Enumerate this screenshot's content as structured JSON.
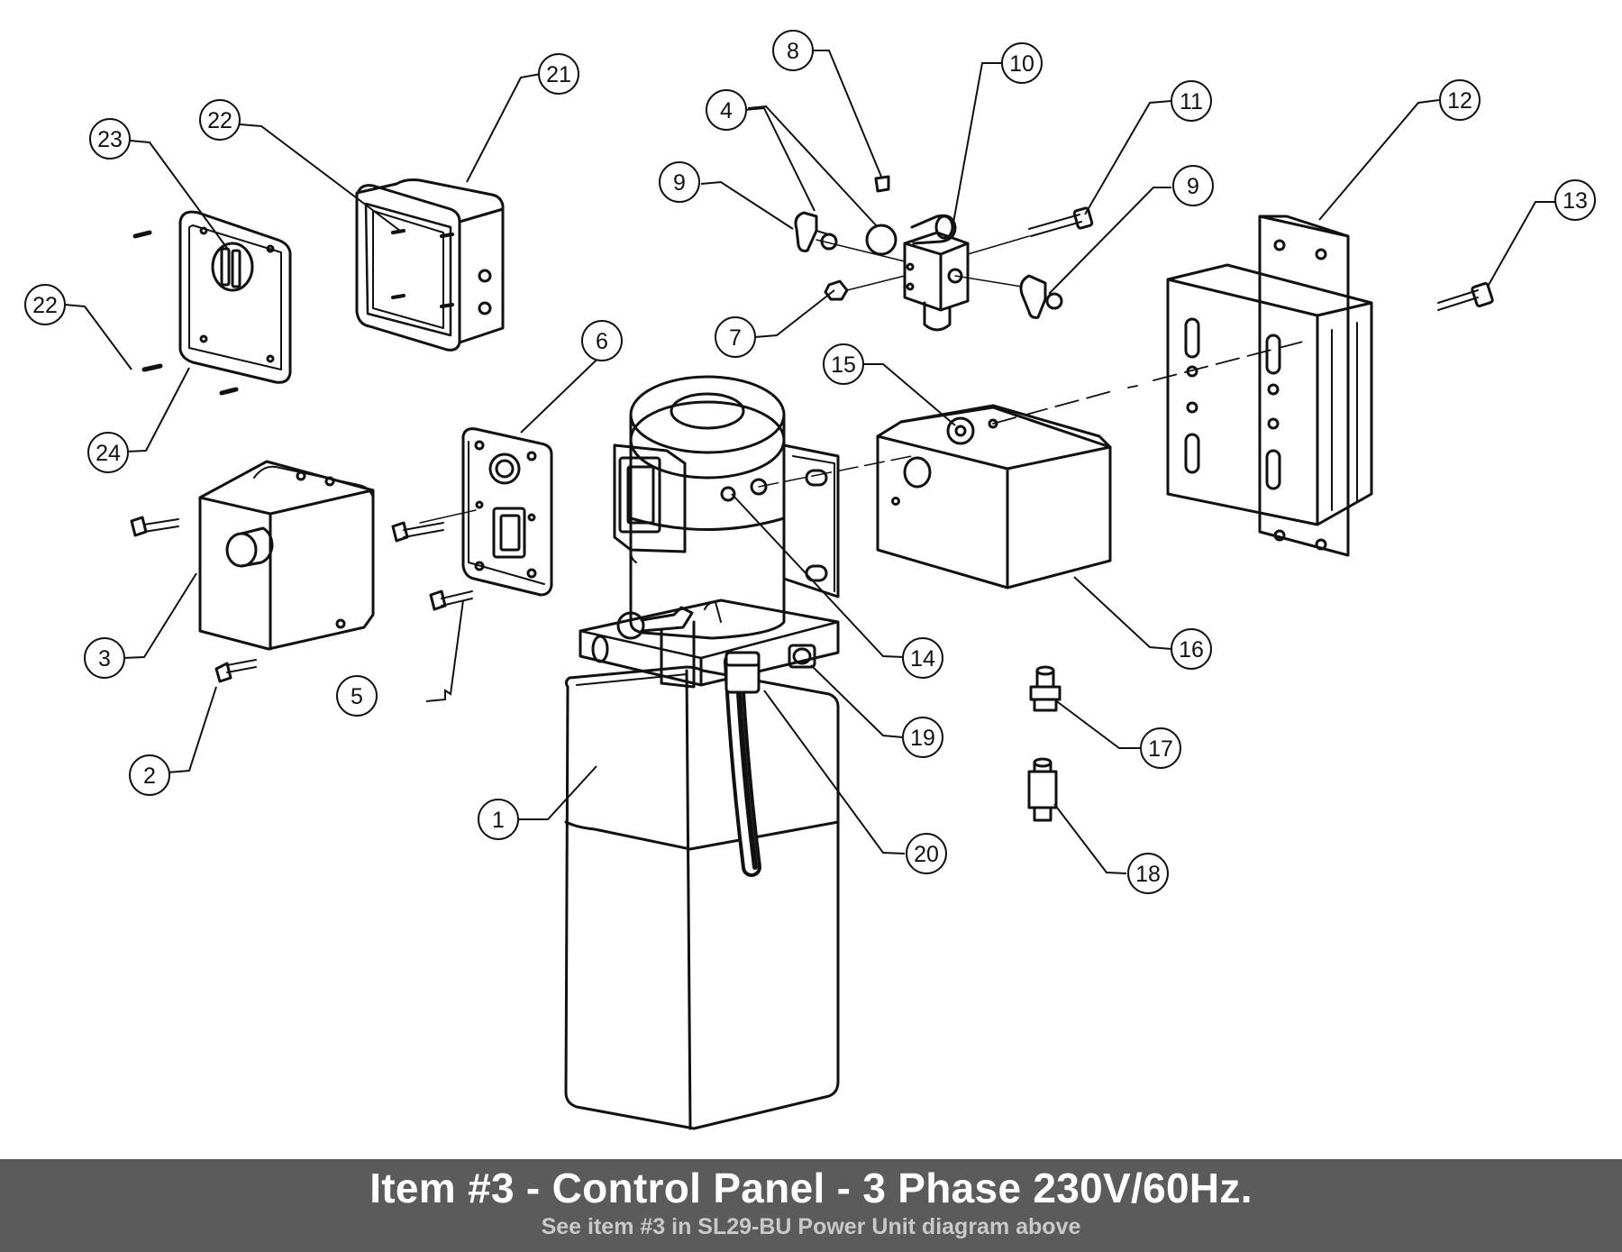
{
  "caption": {
    "title": "Item #3 - Control Panel - 3 Phase 230V/60Hz.",
    "subtitle": "See item #3 in SL29-BU Power Unit diagram above",
    "bar_color": "#5b5b5b",
    "title_color": "#ffffff",
    "subtitle_color": "#c9c9c9"
  },
  "diagram": {
    "line_color": "#111111",
    "callouts": [
      {
        "id": "c1",
        "label": "1"
      },
      {
        "id": "c2",
        "label": "2"
      },
      {
        "id": "c3",
        "label": "3"
      },
      {
        "id": "c4",
        "label": "4"
      },
      {
        "id": "c5",
        "label": "5"
      },
      {
        "id": "c6",
        "label": "6"
      },
      {
        "id": "c7",
        "label": "7"
      },
      {
        "id": "c8",
        "label": "8"
      },
      {
        "id": "c9a",
        "label": "9"
      },
      {
        "id": "c9b",
        "label": "9"
      },
      {
        "id": "c10",
        "label": "10"
      },
      {
        "id": "c11",
        "label": "11"
      },
      {
        "id": "c12",
        "label": "12"
      },
      {
        "id": "c13",
        "label": "13"
      },
      {
        "id": "c14",
        "label": "14"
      },
      {
        "id": "c15",
        "label": "15"
      },
      {
        "id": "c16",
        "label": "16"
      },
      {
        "id": "c17",
        "label": "17"
      },
      {
        "id": "c18",
        "label": "18"
      },
      {
        "id": "c19",
        "label": "19"
      },
      {
        "id": "c20",
        "label": "20"
      },
      {
        "id": "c21",
        "label": "21"
      },
      {
        "id": "c22a",
        "label": "22"
      },
      {
        "id": "c22b",
        "label": "22"
      },
      {
        "id": "c23",
        "label": "23"
      },
      {
        "id": "c24",
        "label": "24"
      }
    ]
  }
}
